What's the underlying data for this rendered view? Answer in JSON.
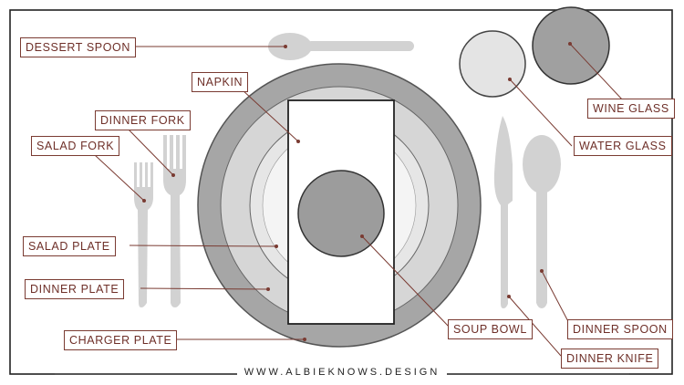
{
  "labels": {
    "dessert_spoon": "DESSERT SPOON",
    "napkin": "NAPKIN",
    "dinner_fork": "DINNER FORK",
    "salad_fork": "SALAD FORK",
    "salad_plate": "SALAD PLATE",
    "dinner_plate": "DINNER PLATE",
    "charger_plate": "CHARGER PLATE",
    "soup_bowl": "SOUP BOWL",
    "wine_glass": "WINE GLASS",
    "water_glass": "WATER GLASS",
    "dinner_spoon": "DINNER SPOON",
    "dinner_knife": "DINNER KNIFE"
  },
  "footer": {
    "text": "WWW.ALBIEKNOWS.DESIGN"
  },
  "colors": {
    "label_border": "#7a3b32",
    "label_text": "#6e2f28",
    "leader_line": "#7a3b32",
    "cutlery": "#d2d2d2",
    "charger": "#a6a6a6",
    "dinner_plate": "#d6d6d6",
    "salad_plate": "#e6e6e6",
    "soup_bowl": "#9c9c9c",
    "wine_glass": "#a0a0a0",
    "water_glass": "#e4e4e4"
  }
}
